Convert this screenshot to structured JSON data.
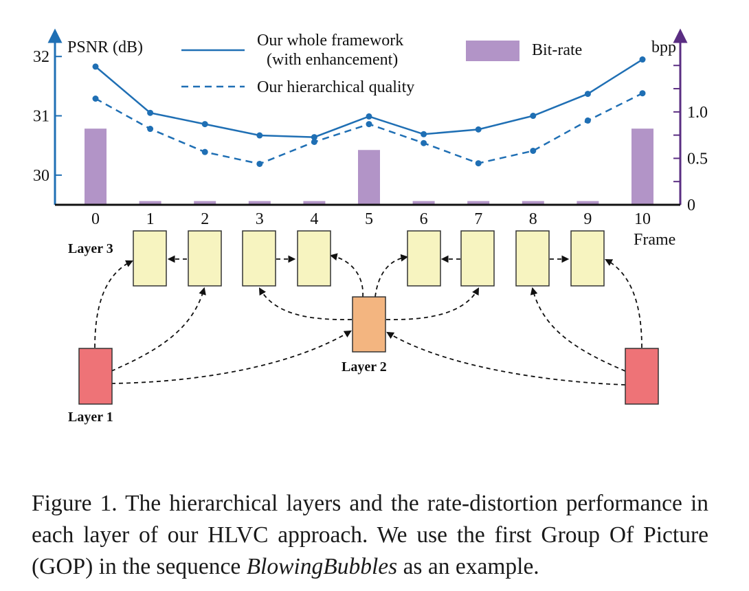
{
  "chart_data": {
    "type": "line",
    "x": [
      0,
      1,
      2,
      3,
      4,
      5,
      6,
      7,
      8,
      9,
      10
    ],
    "xlabel": "Frame",
    "ylabel": "PSNR (dB)",
    "ylabel_right": "bpp",
    "ylim": [
      29.5,
      32.35
    ],
    "ylim_right": [
      0,
      1.82
    ],
    "yticks": [
      "30",
      "31",
      "32"
    ],
    "yticks_right": [
      "0",
      "0.5",
      "1.0"
    ],
    "series": [
      {
        "name": "Our whole framework\n(with enhancement)",
        "name_lines": [
          "Our whole framework",
          "(with enhancement)"
        ],
        "style": "solid",
        "color": "#1f6fb4",
        "values": [
          31.83,
          31.05,
          30.86,
          30.67,
          30.64,
          30.99,
          30.69,
          30.77,
          31.0,
          31.37,
          31.95
        ]
      },
      {
        "name": "Our hierarchical quality",
        "style": "dashed",
        "color": "#1f6fb4",
        "values": [
          31.29,
          30.78,
          30.39,
          30.19,
          30.56,
          30.86,
          30.54,
          30.2,
          30.41,
          30.92,
          31.38
        ]
      },
      {
        "name": "Bit-rate",
        "type": "bar",
        "axis": "right",
        "color": "#b294c7",
        "values": [
          0.82,
          0.04,
          0.04,
          0.04,
          0.04,
          0.59,
          0.04,
          0.04,
          0.04,
          0.04,
          0.82
        ]
      }
    ],
    "grid": false,
    "legend": "top"
  },
  "diagram": {
    "layers": [
      {
        "label": "Layer 3",
        "color": "#f7f4c0"
      },
      {
        "label": "Layer 2",
        "color": "#f3b580"
      },
      {
        "label": "Layer 1",
        "color": "#ee7377"
      }
    ]
  },
  "caption": {
    "part1": "Figure 1. The hierarchical layers and the rate-distortion performance in each layer of our HLVC approach. We use the first Group Of Picture (GOP) in the sequence ",
    "sequence": "BlowingBubbles",
    "part2": " as an example."
  }
}
